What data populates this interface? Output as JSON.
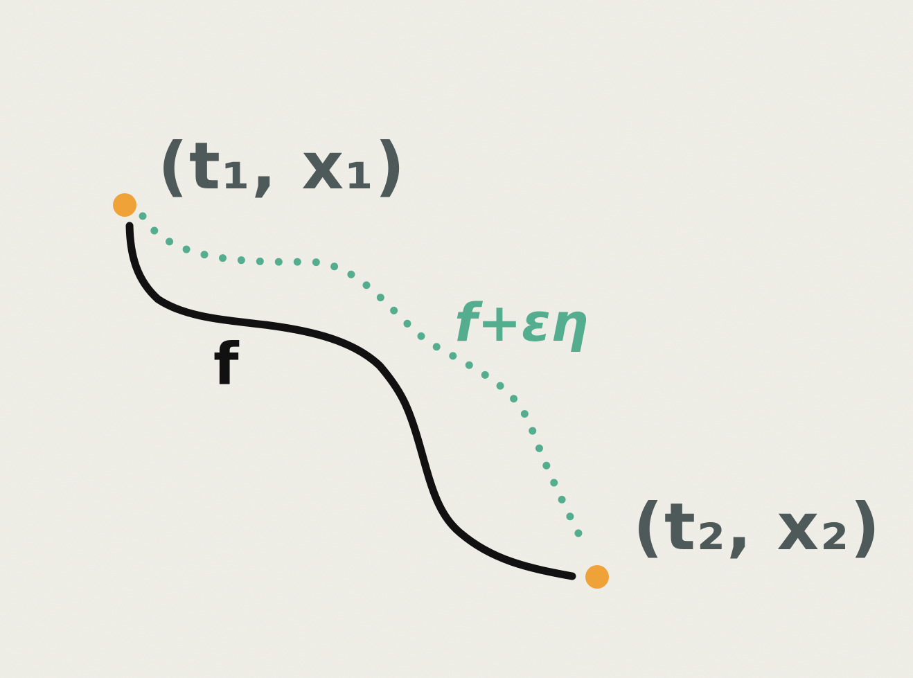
{
  "points": {
    "start_label": "(t₁, x₁)",
    "end_label": "(t₂, x₂)"
  },
  "curves": {
    "solid_label": "f",
    "dotted_label": "f+εη"
  },
  "colors": {
    "background": "#efede6",
    "endpoint": "#eea238",
    "solid_curve": "#111111",
    "dotted_curve": "#55ad8f",
    "coordinate_text": "#4d5a59"
  }
}
